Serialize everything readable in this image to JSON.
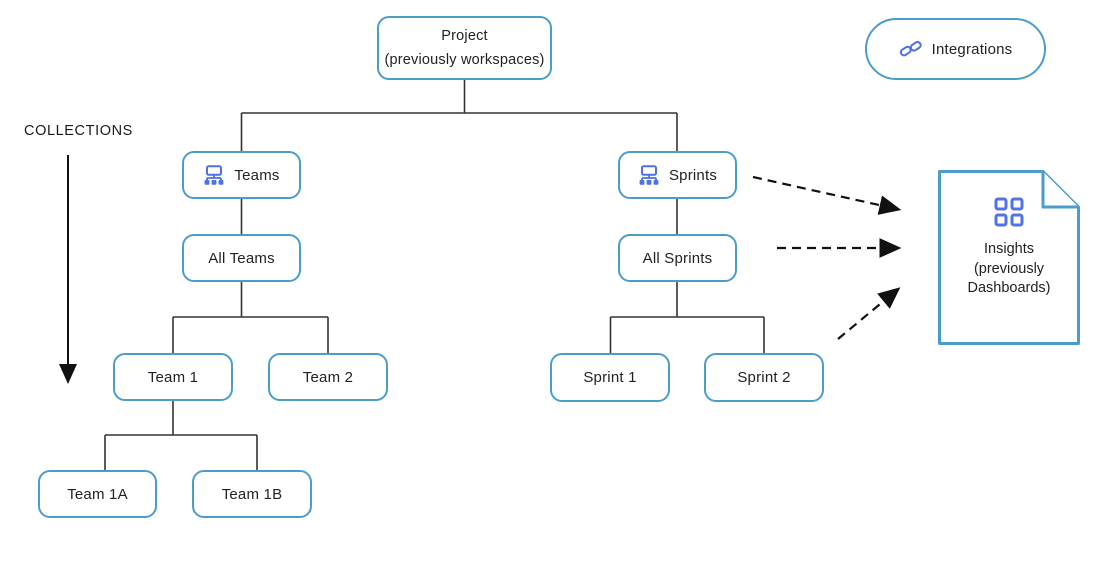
{
  "annotations": {
    "collections_label": "COLLECTIONS"
  },
  "nodes": {
    "project": {
      "line1": "Project",
      "line2": "(previously workspaces)"
    },
    "teams": {
      "label": "Teams",
      "icon": "sitemap-icon"
    },
    "all_teams": {
      "label": "All Teams"
    },
    "team1": {
      "label": "Team 1"
    },
    "team2": {
      "label": "Team 2"
    },
    "team1a": {
      "label": "Team 1A"
    },
    "team1b": {
      "label": "Team 1B"
    },
    "sprints": {
      "label": "Sprints",
      "icon": "sitemap-icon"
    },
    "all_sprints": {
      "label": "All Sprints"
    },
    "sprint1": {
      "label": "Sprint 1"
    },
    "sprint2": {
      "label": "Sprint 2"
    },
    "integrations": {
      "label": "Integrations",
      "icon": "link-icon"
    },
    "insights": {
      "line1": "Insights",
      "line2": "(previously",
      "line3": "Dashboards)",
      "icon": "grid-icon"
    }
  },
  "colors": {
    "box_border": "#4A9DCB",
    "icon_blue": "#4E70E8",
    "connector": "#333333",
    "arrow": "#111111",
    "text": "#222222",
    "background": "#FFFFFF"
  }
}
